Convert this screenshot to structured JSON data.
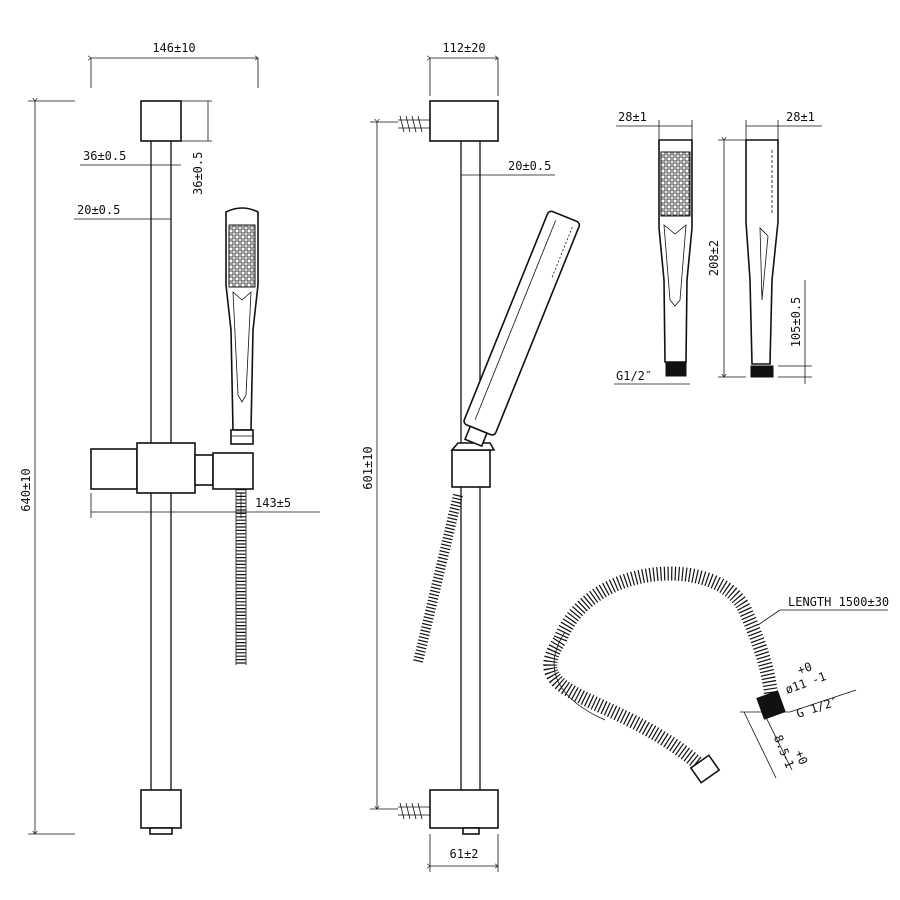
{
  "dimensions": {
    "front_rail_width": "146±10",
    "front_cap_width": "36±0.5",
    "front_cap_height": "36±0.5",
    "front_rail_dia": "20±0.5",
    "front_total_height": "640±10",
    "front_slider_reach": "143±5",
    "side_depth": "112±20",
    "side_rail_dia": "20±0.5",
    "side_fix_height": "601±10",
    "side_bracket_width": "61±2",
    "handset_front_width": "28±1",
    "handset_side_width": "28±1",
    "handset_length": "208±2",
    "handset_head": "105±0.5",
    "handset_thread": "G1/2″",
    "hose_length": "LENGTH 1500±30",
    "hose_dia_main": "ø11",
    "hose_dia_tol_plus": "+0",
    "hose_dia_tol_minus": "-1",
    "hose_thread": "G 1/2″",
    "hose_nut_main": "8.5",
    "hose_nut_tol_plus": "+0",
    "hose_nut_tol_minus": "-1"
  }
}
